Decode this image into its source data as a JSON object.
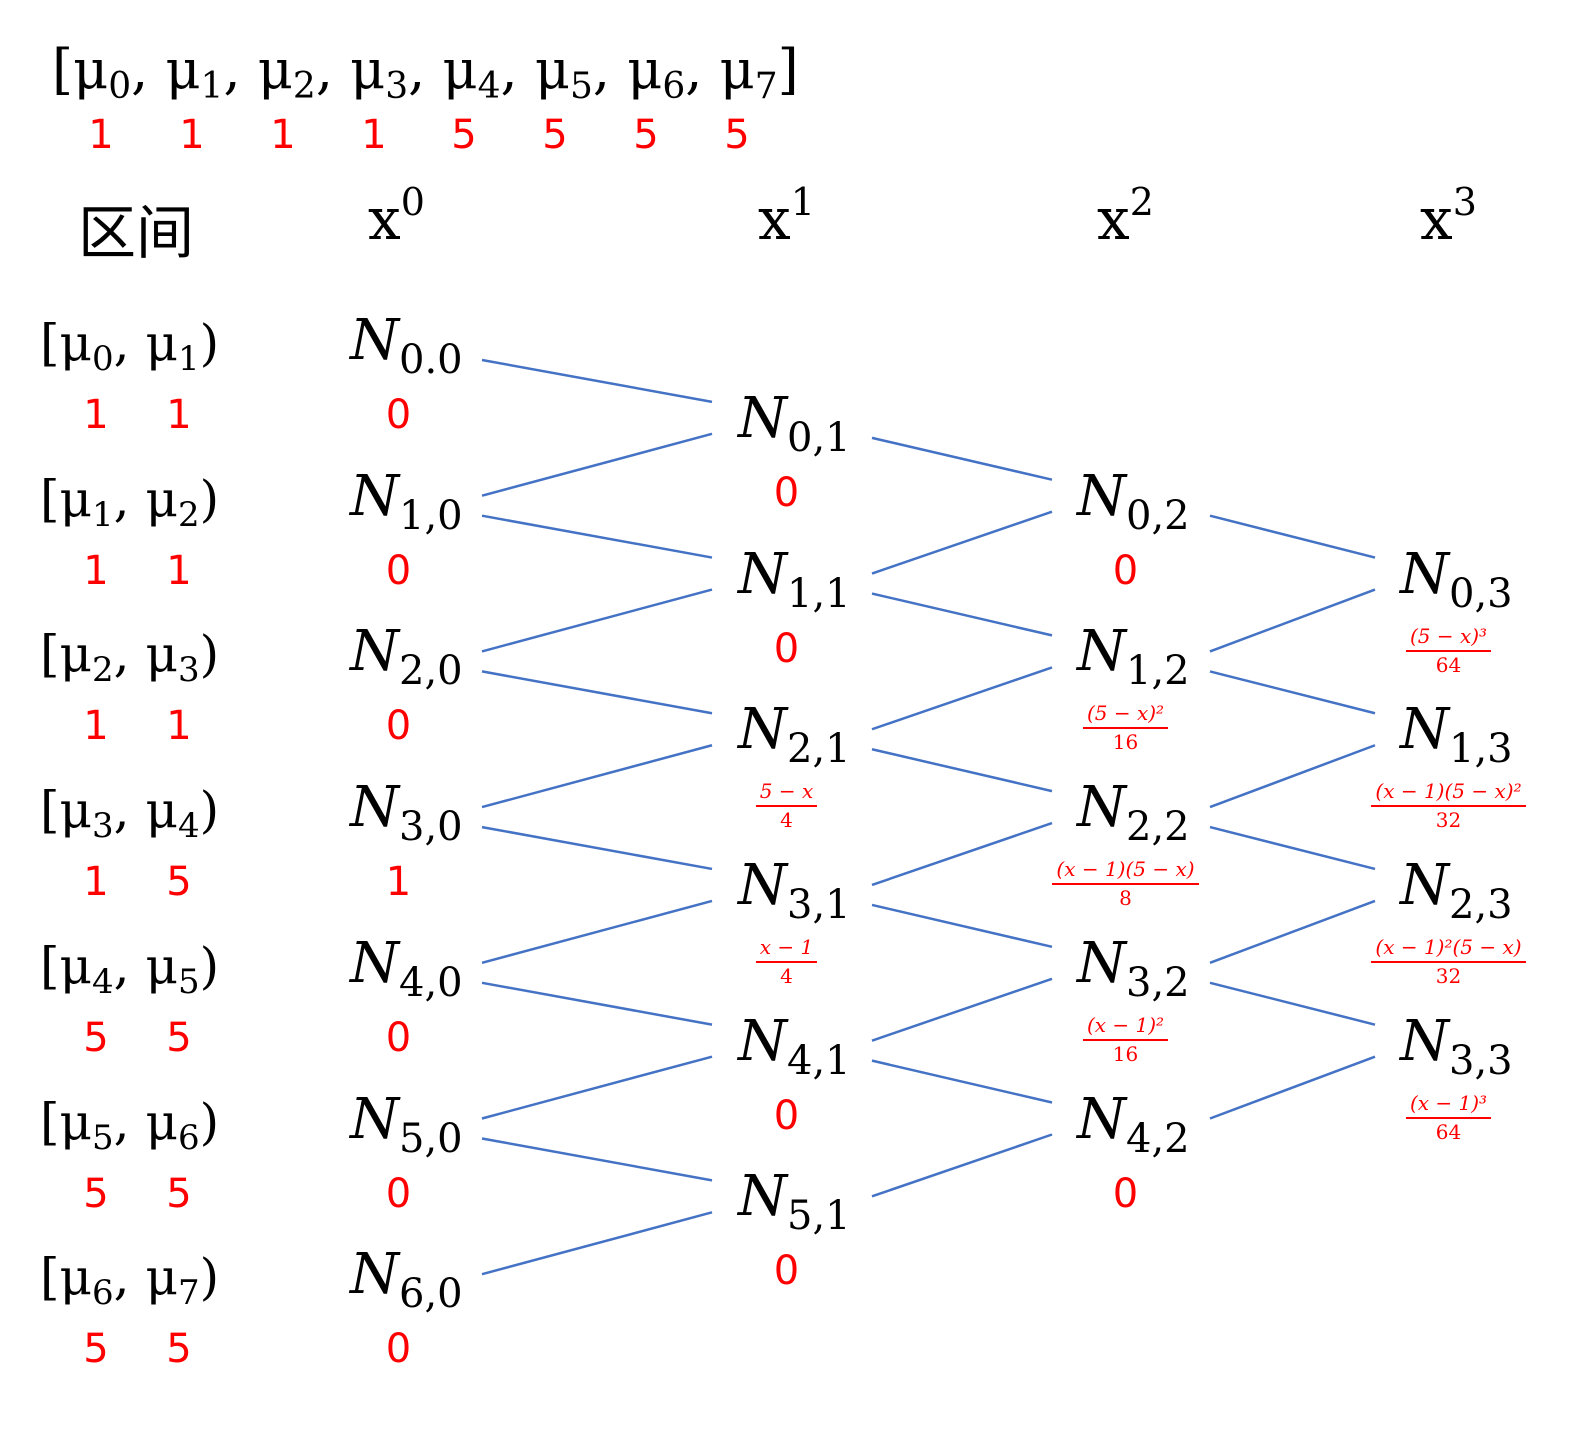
{
  "knot_vector": {
    "open": "[",
    "close": "]",
    "symbols": [
      "μ",
      "μ",
      "μ",
      "μ",
      "μ",
      "μ",
      "μ",
      "μ"
    ],
    "indices": [
      "0",
      "1",
      "2",
      "3",
      "4",
      "5",
      "6",
      "7"
    ],
    "values": [
      "1",
      "1",
      "1",
      "1",
      "5",
      "5",
      "5",
      "5"
    ]
  },
  "headers": {
    "interval": "区间",
    "degrees": [
      {
        "base": "x",
        "exp": "0"
      },
      {
        "base": "x",
        "exp": "1"
      },
      {
        "base": "x",
        "exp": "2"
      },
      {
        "base": "x",
        "exp": "3"
      }
    ]
  },
  "intervals": [
    {
      "a": "0",
      "b": "1",
      "va": "1",
      "vb": "1"
    },
    {
      "a": "1",
      "b": "2",
      "va": "1",
      "vb": "1"
    },
    {
      "a": "2",
      "b": "3",
      "va": "1",
      "vb": "1"
    },
    {
      "a": "3",
      "b": "4",
      "va": "1",
      "vb": "5"
    },
    {
      "a": "4",
      "b": "5",
      "va": "5",
      "vb": "5"
    },
    {
      "a": "5",
      "b": "6",
      "va": "5",
      "vb": "5"
    },
    {
      "a": "6",
      "b": "7",
      "va": "5",
      "vb": "5"
    }
  ],
  "columns": [
    {
      "degree": 0,
      "nodes": [
        {
          "label": "N",
          "sub": "0.0",
          "value": "0"
        },
        {
          "label": "N",
          "sub": "1,0",
          "value": "0"
        },
        {
          "label": "N",
          "sub": "2,0",
          "value": "0"
        },
        {
          "label": "N",
          "sub": "3,0",
          "value": "1"
        },
        {
          "label": "N",
          "sub": "4,0",
          "value": "0"
        },
        {
          "label": "N",
          "sub": "5,0",
          "value": "0"
        },
        {
          "label": "N",
          "sub": "6,0",
          "value": "0"
        }
      ]
    },
    {
      "degree": 1,
      "nodes": [
        {
          "label": "N",
          "sub": "0,1",
          "value": "0"
        },
        {
          "label": "N",
          "sub": "1,1",
          "value": "0"
        },
        {
          "label": "N",
          "sub": "2,1",
          "num": "5 − x",
          "den": "4"
        },
        {
          "label": "N",
          "sub": "3,1",
          "num": "x − 1",
          "den": "4"
        },
        {
          "label": "N",
          "sub": "4,1",
          "value": "0"
        },
        {
          "label": "N",
          "sub": "5,1",
          "value": "0"
        }
      ]
    },
    {
      "degree": 2,
      "nodes": [
        {
          "label": "N",
          "sub": "0,2",
          "value": "0"
        },
        {
          "label": "N",
          "sub": "1,2",
          "num": "(5 − x)²",
          "den": "16"
        },
        {
          "label": "N",
          "sub": "2,2",
          "num": "(x − 1)(5 − x)",
          "den": "8"
        },
        {
          "label": "N",
          "sub": "3,2",
          "num": "(x − 1)²",
          "den": "16"
        },
        {
          "label": "N",
          "sub": "4,2",
          "value": "0"
        }
      ]
    },
    {
      "degree": 3,
      "nodes": [
        {
          "label": "N",
          "sub": "0,3",
          "num": "(5 − x)³",
          "den": "64"
        },
        {
          "label": "N",
          "sub": "1,3",
          "num": "(x − 1)(5 − x)²",
          "den": "32"
        },
        {
          "label": "N",
          "sub": "2,3",
          "num": "(x − 1)²(5 − x)",
          "den": "32"
        },
        {
          "label": "N",
          "sub": "3,3",
          "num": "(x − 1)³",
          "den": "64"
        }
      ]
    }
  ],
  "colors": {
    "edge": "#4472c4",
    "value": "#ff0000",
    "text": "#000000"
  }
}
